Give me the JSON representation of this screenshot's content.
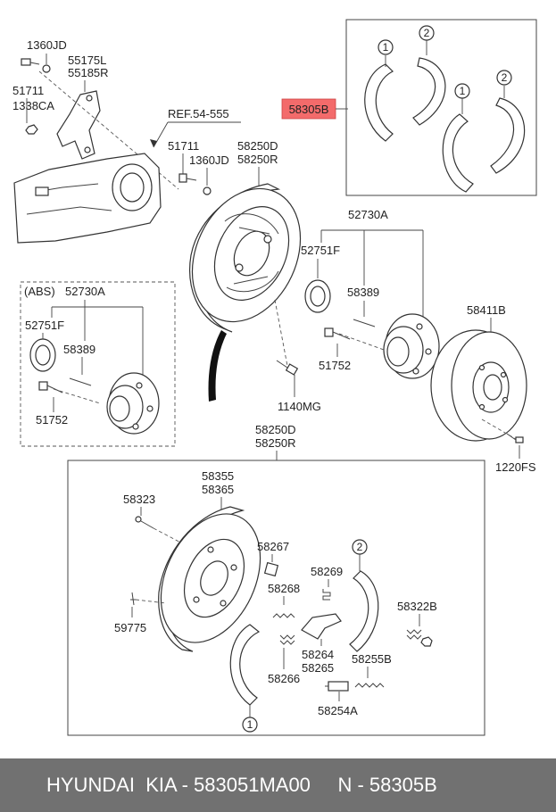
{
  "labels": {
    "p1360jd_a": "1360JD",
    "p55175l": "55175L",
    "p55185r": "55185R",
    "p51711_a": "51711",
    "p1338ca": "1338CA",
    "ref": "REF.54-555",
    "p51711_b": "51711",
    "p1360jd_b": "1360JD",
    "p58250d_a": "58250D",
    "p58250r_a": "58250R",
    "p58305b": "58305B",
    "p52730a_a": "52730A",
    "p52751f_a": "52751F",
    "p58389_a": "58389",
    "p58411b": "58411B",
    "p51752_a": "51752",
    "p1140mg": "1140MG",
    "p1220fs": "1220FS",
    "abs": "(ABS)",
    "p52730a_b": "52730A",
    "p52751f_b": "52751F",
    "p58389_b": "58389",
    "p51752_b": "51752",
    "p58250d_b": "58250D",
    "p58250r_b": "58250R",
    "p58355": "58355",
    "p58365": "58365",
    "p58323": "58323",
    "p58267": "58267",
    "p58269": "58269",
    "p58268": "58268",
    "p58322b": "58322B",
    "p59775": "59775",
    "p58264": "58264",
    "p58265": "58265",
    "p58266": "58266",
    "p58255b": "58255B",
    "p58254a": "58254A"
  },
  "callouts": {
    "c1": "1",
    "c2": "2"
  },
  "colors": {
    "highlight_fill": "#f36b6b",
    "footer_bg": "#717171",
    "footer_text": "#ffffff"
  },
  "footer": {
    "text": "HYUNDAI  KIA - 583051MA00     N - 58305B"
  }
}
